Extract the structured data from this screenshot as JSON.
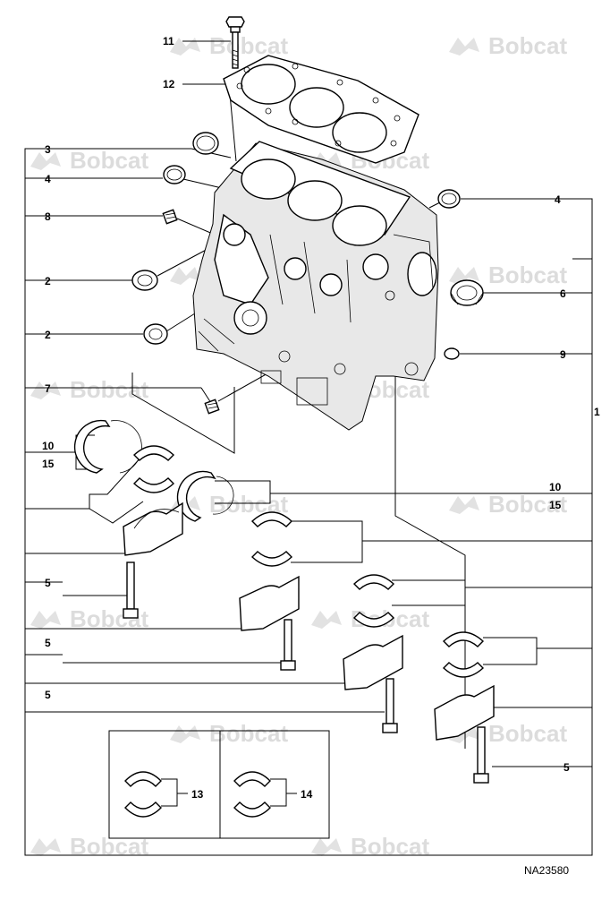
{
  "diagram": {
    "watermark": "Bobcat",
    "reference": "NA23580",
    "callouts": {
      "c1": "1",
      "c2a": "2",
      "c2b": "2",
      "c3": "3",
      "c4a": "4",
      "c4b": "4",
      "c5a": "5",
      "c5b": "5",
      "c5c": "5",
      "c5d": "5",
      "c6": "6",
      "c7": "7",
      "c8": "8",
      "c9": "9",
      "c10a": "10",
      "c15a": "15",
      "c10b": "10",
      "c15b": "15",
      "c11": "11",
      "c12": "12",
      "c13": "13",
      "c14": "14"
    }
  }
}
